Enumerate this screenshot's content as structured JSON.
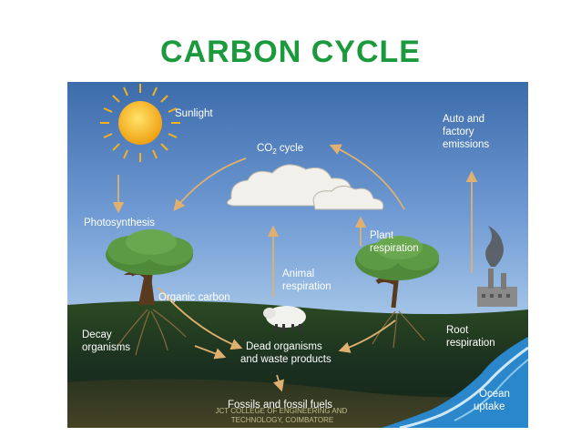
{
  "slide": {
    "title": "CARBON CYCLE",
    "title_color": "#1a9a3c"
  },
  "diagram": {
    "labels": {
      "sunlight": "Sunlight",
      "co2_cycle": "CO",
      "co2_sub": "2",
      "co2_rest": " cycle",
      "auto_emissions": [
        "Auto and",
        "factory",
        "emissions"
      ],
      "photosynthesis": "Photosynthesis",
      "plant_respiration": [
        "Plant",
        "respiration"
      ],
      "animal_respiration": [
        "Animal",
        "respiration"
      ],
      "organic_carbon": "Organic carbon",
      "decay_organisms": [
        "Decay",
        "organisms"
      ],
      "dead_organisms": [
        "Dead organisms",
        "and waste products"
      ],
      "root_respiration": [
        "Root",
        "respiration"
      ],
      "fossils": "Fossils and fossil fuels",
      "ocean_uptake": [
        "Ocean",
        "uptake"
      ]
    },
    "watermark": [
      "JCT COLLEGE OF ENGINEERING AND",
      "TECHNOLOGY, COIMBATORE"
    ],
    "colors": {
      "sky_top": "#3f6fae",
      "sky_bottom": "#9fc1e6",
      "ground": "#1f3b22",
      "arrow": "#e0b070",
      "sun": "#f6b21a",
      "ocean": "#2f8fd0"
    }
  }
}
